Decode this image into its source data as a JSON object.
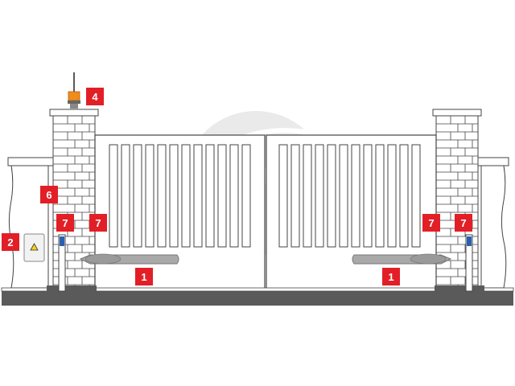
{
  "colors": {
    "marker": "#e21f26",
    "marker_text": "#ffffff",
    "outline": "#444444",
    "ground": "#5a5a5a",
    "actuator": "#a9a9a9",
    "photocell_cap": "#2a5fb0",
    "beacon": "#f08c1e",
    "watermark": "#d9d9d9"
  },
  "callouts": [
    {
      "id": "actuator-left",
      "label": "1"
    },
    {
      "id": "actuator-right",
      "label": "1"
    },
    {
      "id": "control-box",
      "label": "2"
    },
    {
      "id": "flashing-light",
      "label": "4"
    },
    {
      "id": "antenna",
      "label": "6"
    },
    {
      "id": "photocell-post-left",
      "label": "7"
    },
    {
      "id": "photocell-pillar-left",
      "label": "7"
    },
    {
      "id": "photocell-pillar-right",
      "label": "7"
    },
    {
      "id": "photocell-post-right",
      "label": "7"
    }
  ],
  "icons": {
    "control_box": "warning-triangle-icon",
    "beacon": "flashing-light-icon",
    "watermark": "logo-watermark"
  }
}
